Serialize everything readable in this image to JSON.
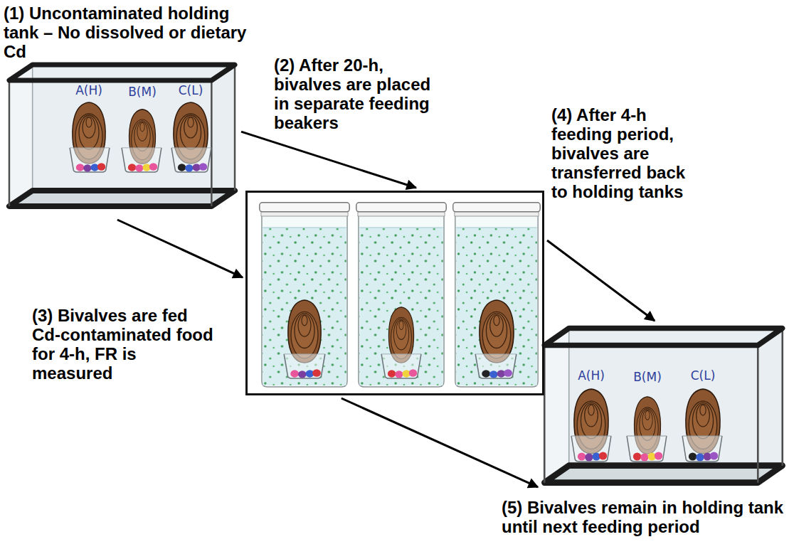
{
  "diagram": {
    "nodes": [
      {
        "text": [
          "(1) Uncontaminated holding tank – No dissolved or dietary Cd",
          "A(H)",
          "B(M)",
          "C(L)"
        ]
      },
      {
        "text": []
      },
      {
        "text": [
          "(5) Bivalves remain in holding tank until next feeding period",
          "A(H)",
          "B(M)",
          "C(L)"
        ]
      }
    ],
    "edges": [
      {
        "from": 0,
        "to": 1,
        "arrow": "to"
      },
      {
        "from": 0,
        "to": 1,
        "arrow": "to"
      },
      {
        "from": 1,
        "to": 2,
        "arrow": "to"
      },
      {
        "from": 1,
        "to": 2,
        "arrow": "to"
      }
    ],
    "labels": [
      "(2) After 20-h, bivalves are placed in separate feeding beakers",
      "(3) Bivalves are fed Cd-contaminated food for 4-h, FR is measured",
      "(4) After 4-h feeding period, bivalves are transferred back to holding tanks"
    ]
  }
}
